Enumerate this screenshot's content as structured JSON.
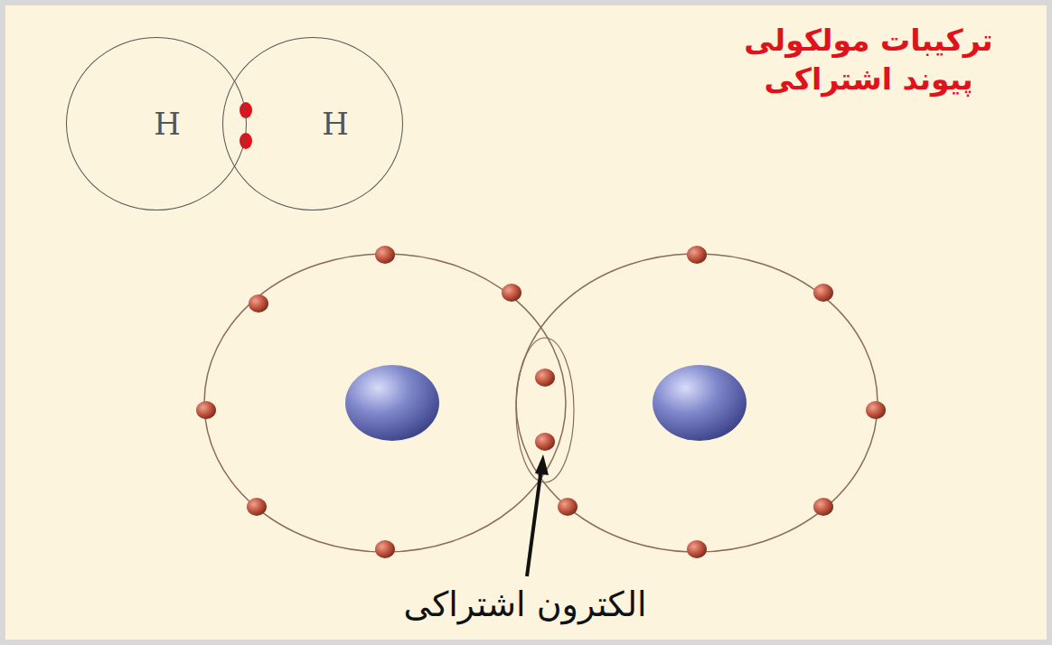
{
  "diagram": {
    "title": "ترکیبات مولکولی پیوند اشتراکی",
    "nodes": [
      {
        "text": [
          "H"
        ]
      },
      {
        "text": [
          "H"
        ]
      }
    ],
    "labels": [
      "الکترون اشتراکی"
    ]
  }
}
